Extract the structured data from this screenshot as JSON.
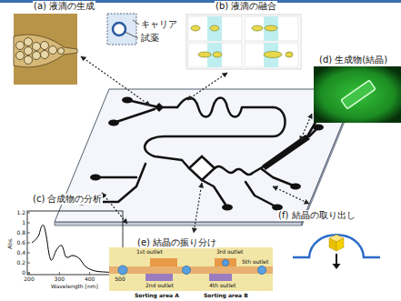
{
  "diagram": {
    "nodes": [
      {
        "text": [
          "(a) 液滴の生成"
        ]
      },
      {
        "text": [
          "(b) 液滴の融合"
        ]
      },
      {
        "text": [
          "(c) 合成物の分析"
        ]
      },
      {
        "text": [
          "(d) 生成物(結晶)"
        ]
      },
      {
        "text": [
          "(e) 結晶の振り分け"
        ]
      },
      {
        "text": [
          "(f) 結晶の取り出し"
        ]
      }
    ],
    "edges": [],
    "labels": [
      "キャリア",
      "試薬",
      "1.2",
      "1",
      "0.8",
      "0.6",
      "0.4",
      "0.2",
      "0",
      "200",
      "300",
      "400",
      "500",
      "Wavelength [nm]",
      "Abs.",
      "1st outlet",
      "3rd outlet",
      "5th outlet",
      "2nd outlet",
      "4th outlet",
      "Sorting area A",
      "Sorting area B"
    ]
  }
}
